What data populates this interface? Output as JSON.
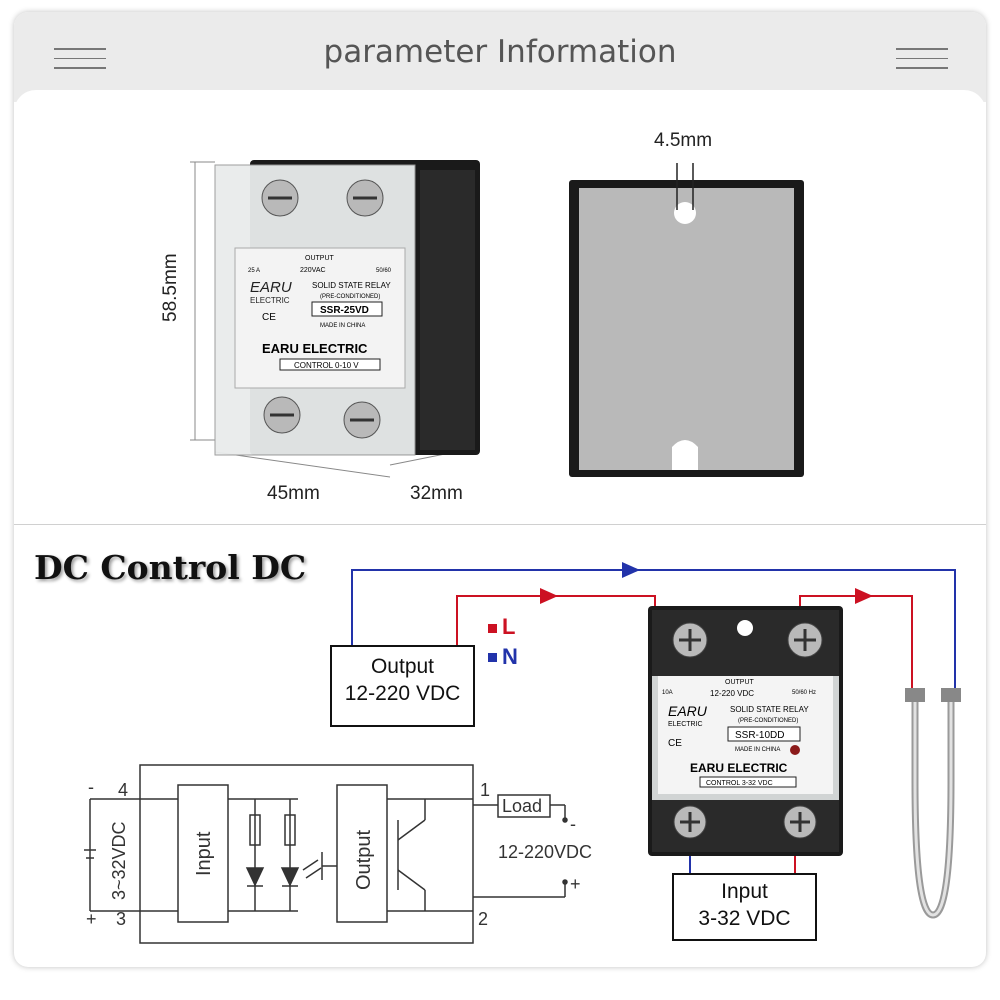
{
  "header": {
    "title": "parameter Information"
  },
  "dimensions": {
    "height": "58.5mm",
    "width": "45mm",
    "depth": "32mm",
    "hole": "4.5mm"
  },
  "relay_front": {
    "brand": "EARU",
    "brand_sub": "ELECTRIC",
    "type_label": "SOLID STATE RELAY",
    "conditioned": "(PRE-CONDITIONED)",
    "model": "SSR-25VD",
    "made_in": "MADE IN CHINA",
    "maker": "EARU ELECTRIC",
    "control": "CONTROL 0-10 V",
    "output": "OUTPUT",
    "voltage": "220VAC",
    "freq": "50/60",
    "current": "25 A",
    "ce": "CE"
  },
  "section": {
    "title": "DC Control DC"
  },
  "wiring": {
    "output_box": [
      "Output",
      "12-220 VDC"
    ],
    "input_box": [
      "Input",
      "3-32 VDC"
    ],
    "L": "L",
    "N": "N",
    "line_colors": {
      "blue": "#2233aa",
      "red": "#cc1122"
    }
  },
  "relay_wired": {
    "brand": "EARU",
    "brand_sub": "ELECTRIC",
    "type_label": "SOLID STATE RELAY",
    "conditioned": "(PRE-CONDITIONED)",
    "model": "SSR-10DD",
    "made_in": "MADE IN CHINA",
    "maker": "EARU ELECTRIC",
    "control": "CONTROL 3-32 VDC",
    "output": "OUTPUT",
    "voltage": "12-220 VDC",
    "freq": "50/60 Hz",
    "current": "10A",
    "ce": "CE"
  },
  "schematic": {
    "pin4": "4",
    "pin3": "3",
    "pin1": "1",
    "pin2": "2",
    "minus": "-",
    "plus": "+",
    "input_label": "Input",
    "output_label": "Output",
    "control_range": "3~32VDC",
    "load_label": "Load",
    "load_range": "12-220VDC",
    "load_minus": "-",
    "load_plus": "+"
  }
}
